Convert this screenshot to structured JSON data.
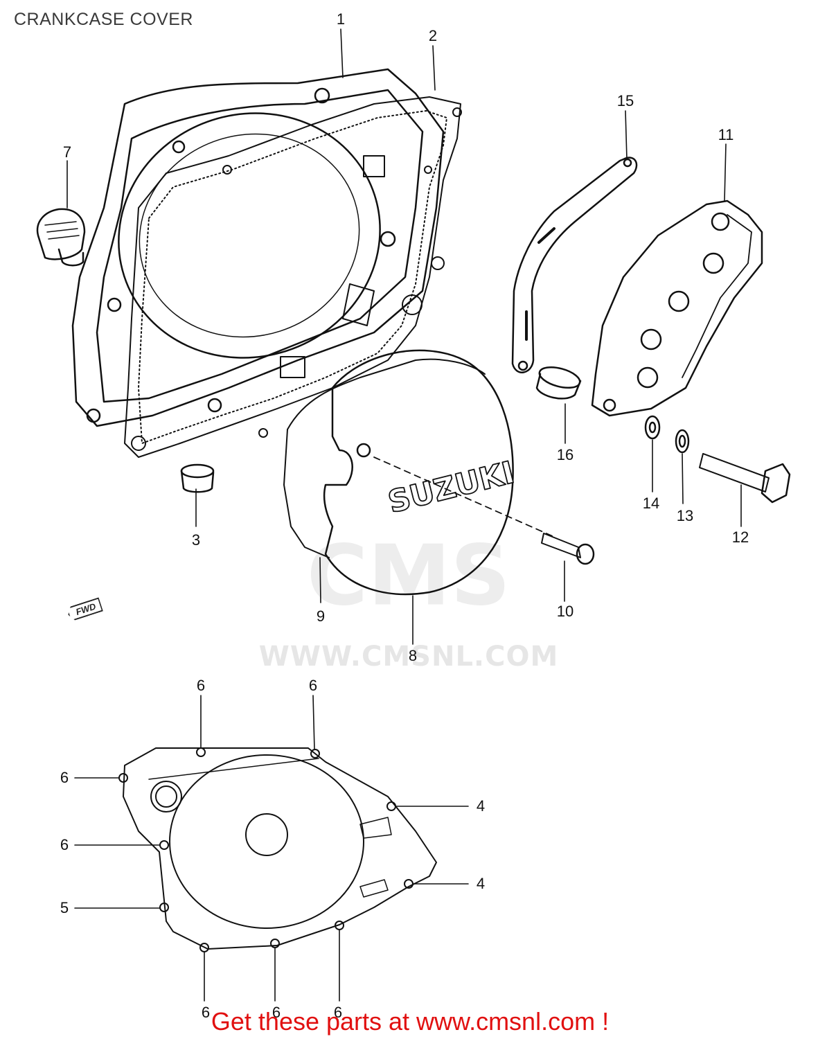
{
  "page": {
    "title": "CRANKCASE COVER"
  },
  "watermark": {
    "logo": "CMS",
    "url": "WWW.CMSNL.COM"
  },
  "direction_mark": {
    "label": "FWD"
  },
  "brand_emblem": {
    "text": "SUZUKI"
  },
  "callouts": {
    "c1": "1",
    "c2": "2",
    "c3": "3",
    "c7": "7",
    "c8": "8",
    "c9": "9",
    "c10": "10",
    "c11": "11",
    "c12": "12",
    "c13": "13",
    "c14": "14",
    "c15": "15",
    "c16": "16",
    "c4a": "4",
    "c4b": "4",
    "c5": "5",
    "c6a": "6",
    "c6b": "6",
    "c6c": "6",
    "c6d": "6",
    "c6e": "6",
    "c6f": "6",
    "c6g": "6"
  },
  "footer": {
    "cta": "Get these parts at www.cmsnl.com !"
  },
  "colors": {
    "line": "#111111",
    "cta": "#e11010",
    "watermark": "#e6e6e6"
  }
}
